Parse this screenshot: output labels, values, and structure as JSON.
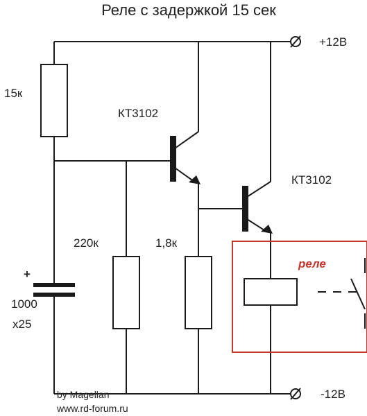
{
  "title": "Реле с задержкой 15 сек",
  "terminals": {
    "positive": "+12В",
    "negative": "-12В"
  },
  "components": {
    "r1": "15к",
    "t1": "КТ3102",
    "t2": "КТ3102",
    "r2": "220к",
    "r3": "1,8к",
    "cap_polarity": "+",
    "cap_value": "1000",
    "cap_voltage": "x25",
    "relay": "реле"
  },
  "credits": {
    "author": "by Magellan",
    "site": "www.rd-forum.ru"
  },
  "colors": {
    "wire": "#1a1a1a",
    "relay_box": "#c0392b",
    "relay_label": "#c0392b"
  }
}
